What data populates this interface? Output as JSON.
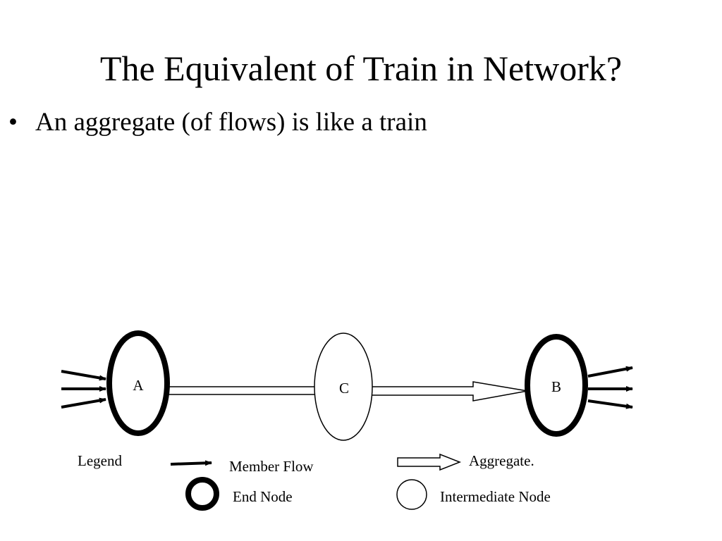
{
  "slide": {
    "title": "The Equivalent of Train in Network?",
    "bullets": [
      {
        "marker": "•",
        "text": "An aggregate (of flows) is like a train"
      }
    ]
  },
  "diagram": {
    "nodes": {
      "a": "A",
      "c": "C",
      "b": "B"
    },
    "legend": {
      "title": "Legend",
      "member_flow": "Member Flow",
      "aggregate": "Aggregate.",
      "end_node": "End Node",
      "intermediate_node": "Intermediate Node"
    }
  },
  "colors": {
    "ink": "#000000",
    "background": "#ffffff"
  }
}
